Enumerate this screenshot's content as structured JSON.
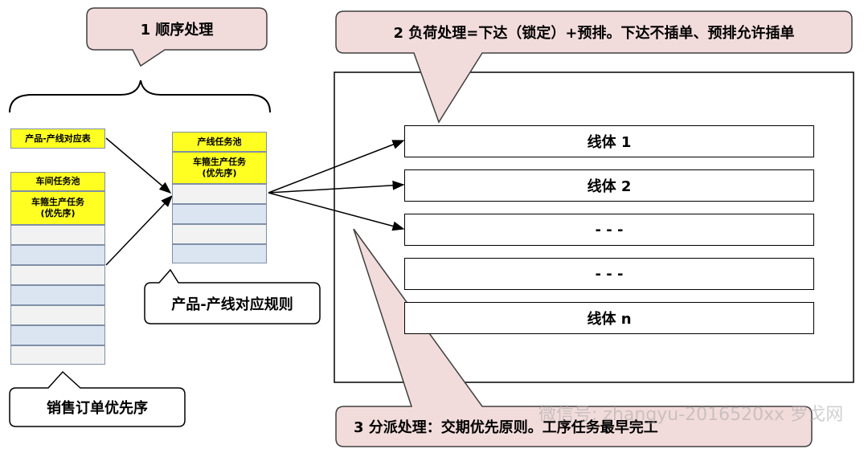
{
  "callouts": {
    "sequence": "1 顺序处理",
    "load": "2 负荷处理=下达（锁定）+预排。下达不插单、预排允许插单",
    "dispatch": "3 分派处理：交期优先原则。工序任务最早完工"
  },
  "left_column": {
    "mapping_table": "产品-产线对应表",
    "workshop_pool": "车间任务池",
    "workshop_tasks": "车箍生产任务\n(优先序)"
  },
  "middle_column": {
    "line_pool": "产线任务池",
    "line_tasks": "车箍生产任务\n(优先序)"
  },
  "labels": {
    "rule": "产品-产线对应规则",
    "sales_priority": "销售订单优先序"
  },
  "lines": [
    "线体 1",
    "线体 2",
    "- - -",
    "- - -",
    "线体 n"
  ],
  "watermark": "微信号: zhangyu-2016520xx 罗戈网",
  "colors": {
    "callout_fill": "#f2dcdb",
    "cell_yellow": "#ffff22",
    "cell_blue": "#dbe5f1"
  }
}
